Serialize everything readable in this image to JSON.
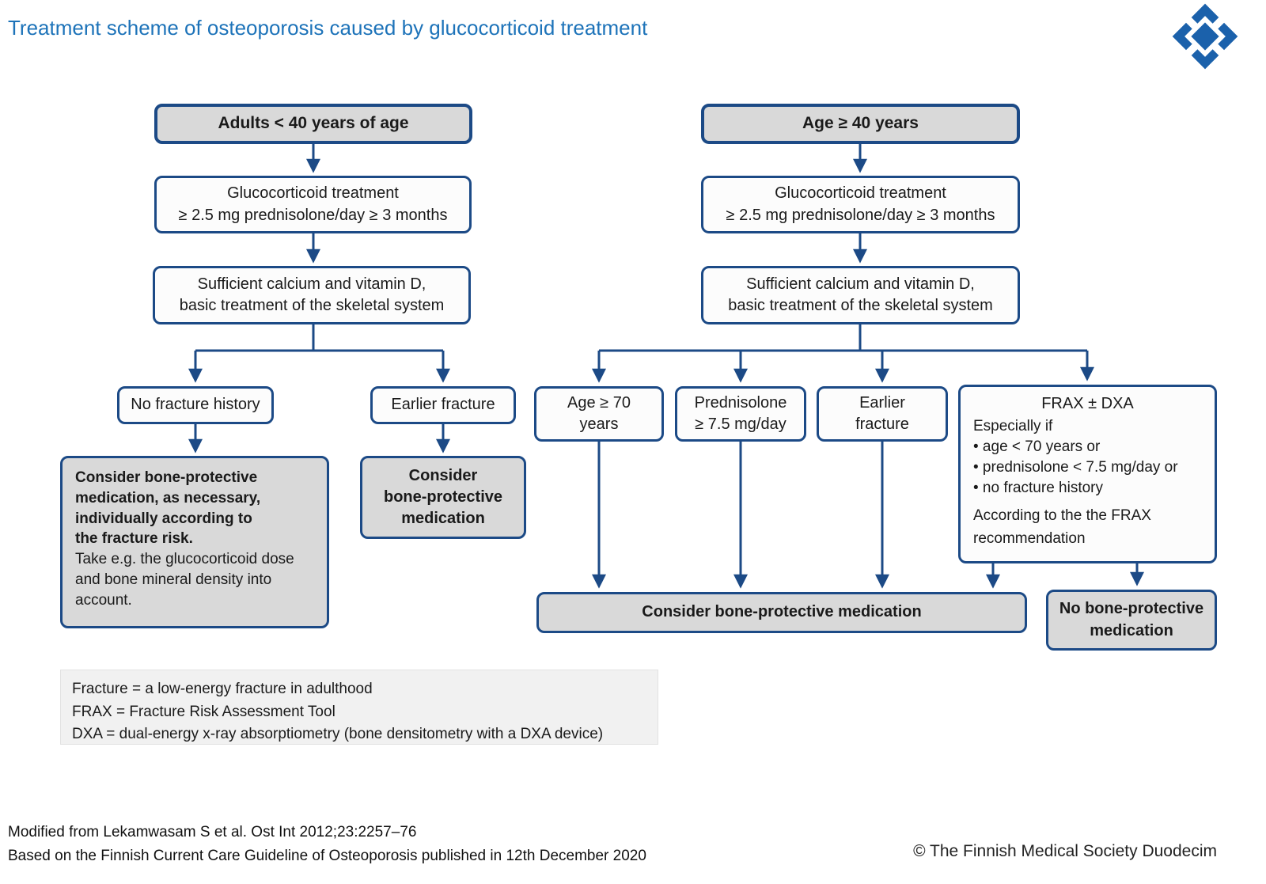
{
  "title": "Treatment scheme of osteoporosis caused by glucocorticoid treatment",
  "colors": {
    "title_blue": "#1d73b9",
    "line_navy": "#1c4a86",
    "box_gray": "#d9d9d9",
    "legend_gray": "#f1f1f1",
    "logo_blue": "#1b61ab"
  },
  "left_branch": {
    "header": "Adults < 40 years of age",
    "treatment": "Glucocorticoid treatment\n≥ 2.5 mg prednisolone/day ≥ 3 months",
    "basic_care": "Sufficient calcium and vitamin D,\nbasic treatment of the skeletal system",
    "no_fracture": "No fracture history",
    "earlier_fracture": "Earlier fracture",
    "consider_detailed_bold": "Consider bone-protective\nmedication, as necessary,\nindividually according to\nthe fracture risk.",
    "consider_detailed_plain": "Take e.g. the glucocorticoid dose\nand bone mineral density into\naccount.",
    "consider_short": "Consider\nbone-protective\nmedication"
  },
  "right_branch": {
    "header": "Age ≥ 40 years",
    "treatment": "Glucocorticoid treatment\n≥ 2.5 mg prednisolone/day ≥ 3 months",
    "basic_care": "Sufficient calcium and vitamin D,\nbasic treatment of the skeletal system",
    "age70": "Age ≥ 70\nyears",
    "prednisolone": "Prednisolone\n≥ 7.5 mg/day",
    "earlier_fracture": "Earlier\nfracture",
    "frax_title": "FRAX ± DXA",
    "frax_intro": "Especially if",
    "frax_bullets": [
      "• age < 70 years or",
      "• prednisolone < 7.5 mg/day or",
      "• no fracture history"
    ],
    "frax_note": "According to the the FRAX\nrecommendation",
    "consider_wide": "Consider bone-protective medication",
    "no_medication": "No bone-protective\nmedication"
  },
  "legend": {
    "lines": [
      "Fracture = a low-energy fracture in adulthood",
      "FRAX = Fracture Risk Assessment Tool",
      "DXA = dual-energy x-ray absorptiometry (bone densitometry with a DXA device)"
    ]
  },
  "footer": {
    "source": "Modified from Lekamwasam S et al. Ost Int 2012;23:2257–76",
    "guideline": "Based on the Finnish Current Care Guideline of Osteoporosis published in 12th December 2020",
    "copyright": "© The Finnish Medical Society Duodecim"
  }
}
